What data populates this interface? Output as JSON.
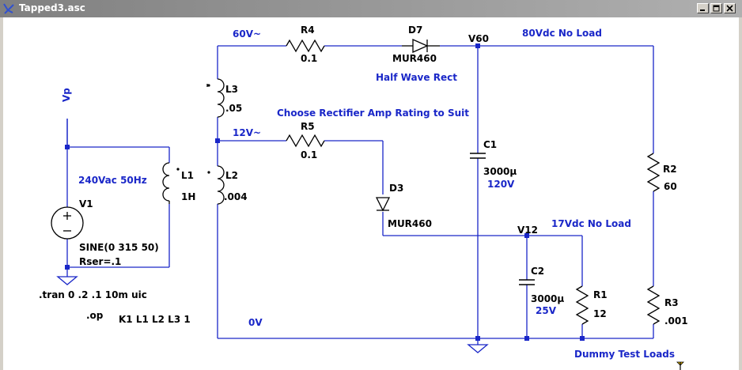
{
  "window": {
    "title": "Tapped3.asc"
  },
  "buttons": {
    "minimize": "minimize",
    "restore": "restore",
    "close": "close"
  },
  "components": {
    "V1": {
      "name": "V1",
      "value1": "SINE(0 315 50)",
      "value2": "Rser=.1"
    },
    "L1": {
      "name": "L1",
      "value": "1H"
    },
    "L2": {
      "name": "L2",
      "value": ".004"
    },
    "L3": {
      "name": "L3",
      "value": ".05"
    },
    "R4": {
      "name": "R4",
      "value": "0.1"
    },
    "R5": {
      "name": "R5",
      "value": "0.1"
    },
    "D7": {
      "name": "D7",
      "value": "MUR460"
    },
    "D3": {
      "name": "D3",
      "value": "MUR460"
    },
    "C1": {
      "name": "C1",
      "value": "3000µ",
      "rating": "120V"
    },
    "C2": {
      "name": "C2",
      "value": "3000µ",
      "rating": "25V"
    },
    "R1": {
      "name": "R1",
      "value": "12"
    },
    "R2": {
      "name": "R2",
      "value": "60"
    },
    "R3": {
      "name": "R3",
      "value": ".001"
    }
  },
  "nets": {
    "vp": "Vp",
    "v60": "V60",
    "v12": "V12"
  },
  "annotations": {
    "ac60": "60V~",
    "ac12": "12V~",
    "vdc80": "80Vdc  No Load",
    "half_wave": "Half Wave Rect",
    "choose": "Choose Rectifier Amp Rating to Suit",
    "vac240": "240Vac 50Hz",
    "vdc17": "17Vdc No Load",
    "zero": "0V",
    "dummy": "Dummy Test Loads"
  },
  "directives": {
    "tran": ".tran 0 .2 .1 10m uic",
    "op": ".op",
    "coupling": "K1 L1 L2  L3 1"
  },
  "colors": {
    "wire": "#1a27c8",
    "component": "#000000",
    "node": "#1a27c8",
    "text_blue": "#1a27c8"
  }
}
